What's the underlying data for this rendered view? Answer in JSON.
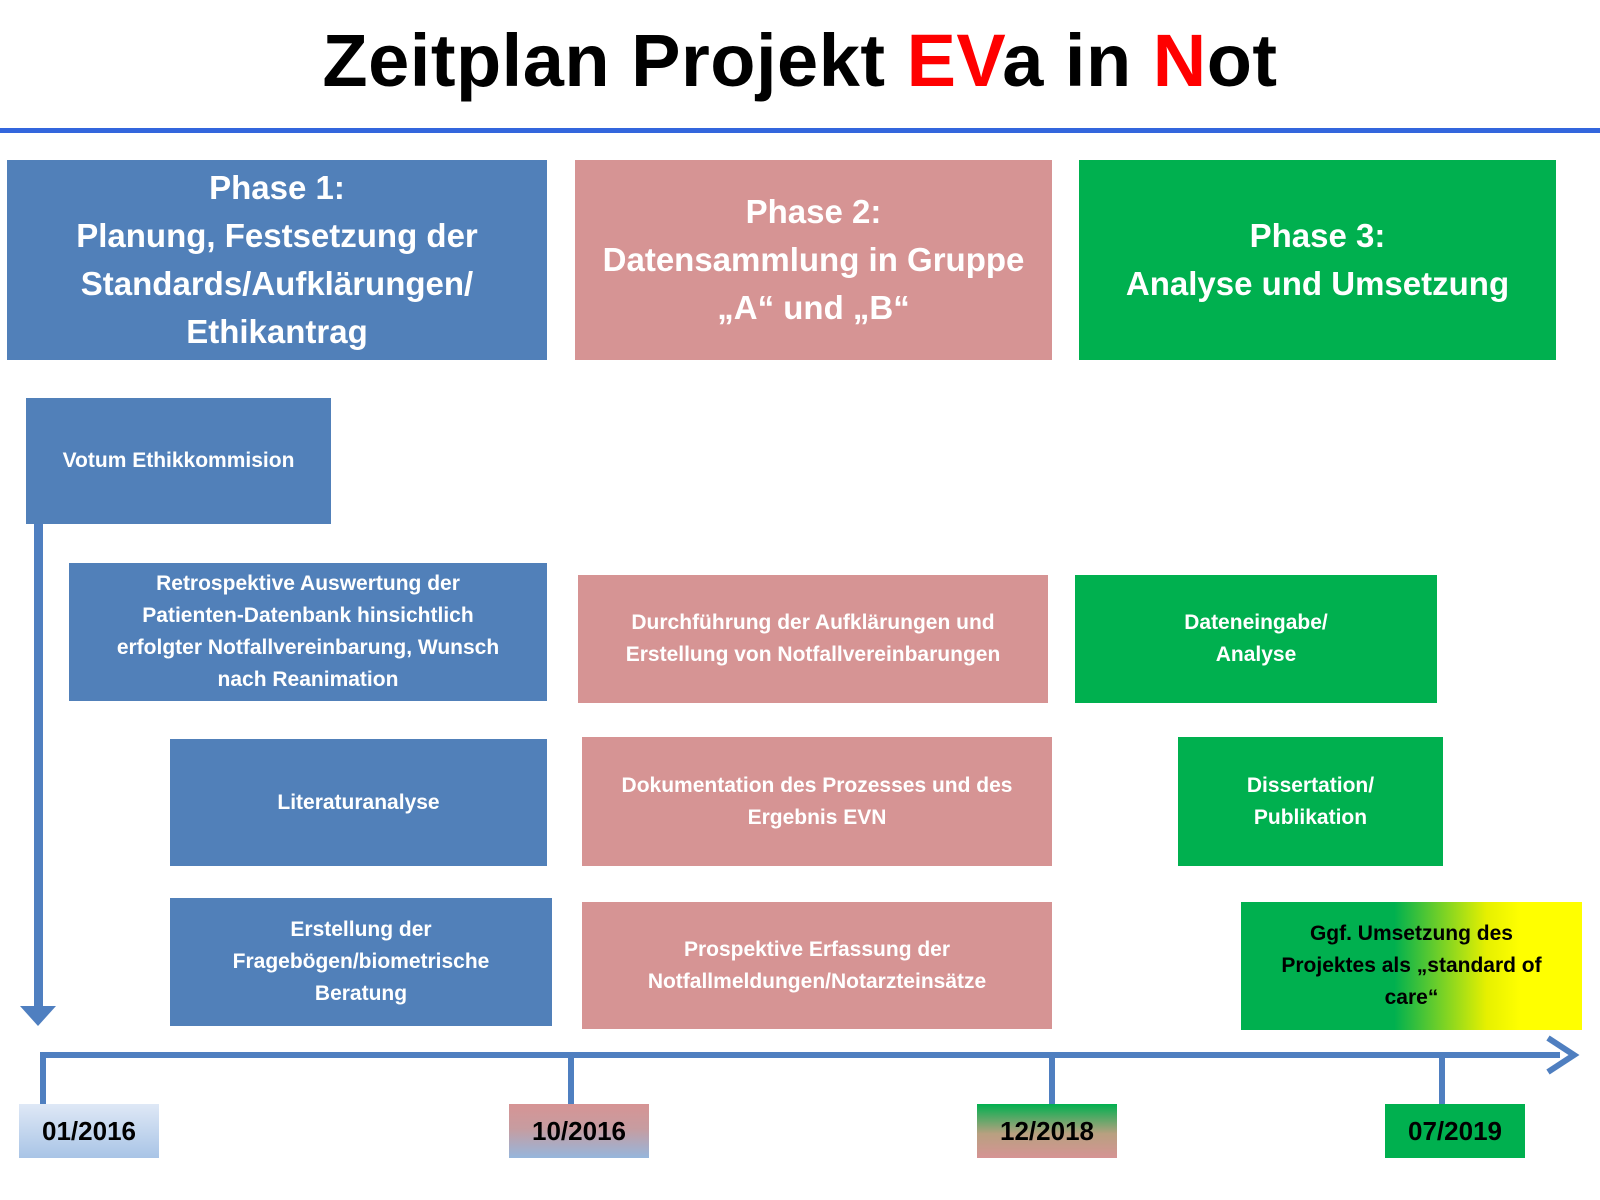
{
  "title": {
    "part1": "Zeitplan Projekt ",
    "ev": "EV",
    "part2": "a in ",
    "n": "N",
    "part3": "ot"
  },
  "phases": [
    {
      "lines": [
        "Phase 1:",
        "Planung, Festsetzung der",
        "Standards/Aufklärungen/",
        "Ethikantrag"
      ]
    },
    {
      "lines": [
        "Phase 2:",
        "Datensammlung in Gruppe",
        "„A“ und „B“"
      ]
    },
    {
      "lines": [
        "Phase 3:",
        "Analyse und Umsetzung"
      ]
    }
  ],
  "tasks": {
    "votum": [
      "Votum Ethikkommision"
    ],
    "retro": [
      "Retrospektive Auswertung der",
      "Patienten-Datenbank hinsichtlich",
      "erfolgter Notfallvereinbarung, Wunsch",
      "nach Reanimation"
    ],
    "literatur": [
      "Literaturanalyse"
    ],
    "frageboegen": [
      "Erstellung der",
      "Fragebögen/biometrische",
      "Beratung"
    ],
    "durchfuehrung": [
      "Durchführung der Aufklärungen und",
      "Erstellung von Notfallvereinbarungen"
    ],
    "dokumentation": [
      "Dokumentation des Prozesses und des",
      "Ergebnis EVN"
    ],
    "prospektive": [
      "Prospektive Erfassung der",
      "Notfallmeldungen/Notarzteinsätze"
    ],
    "dateneingabe": [
      "Dateneingabe/",
      "Analyse"
    ],
    "dissertation": [
      "Dissertation/",
      "Publikation"
    ],
    "umsetzung": [
      "Ggf. Umsetzung des",
      "Projektes als „standard of",
      "care“"
    ]
  },
  "timeline": {
    "dates": [
      "01/2016",
      "10/2016",
      "12/2018",
      "07/2019"
    ]
  },
  "colors": {
    "phase1": "#5180b9",
    "phase2": "#d69494",
    "phase3": "#00b04f",
    "title_accent": "#ff0000",
    "rule": "#3366dd"
  }
}
